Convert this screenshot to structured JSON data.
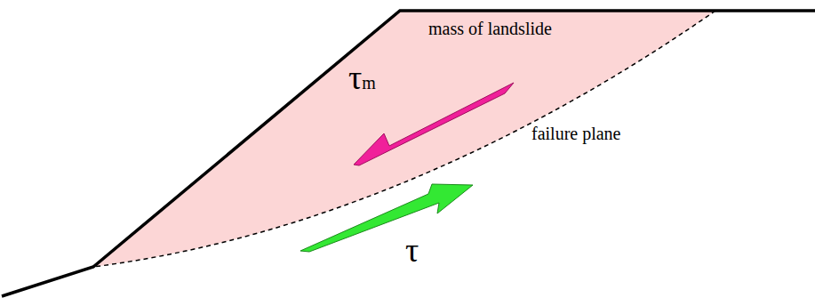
{
  "diagram": {
    "labels": [
      "mass of landslide",
      "failure plane",
      "τm",
      "τ"
    ]
  }
}
